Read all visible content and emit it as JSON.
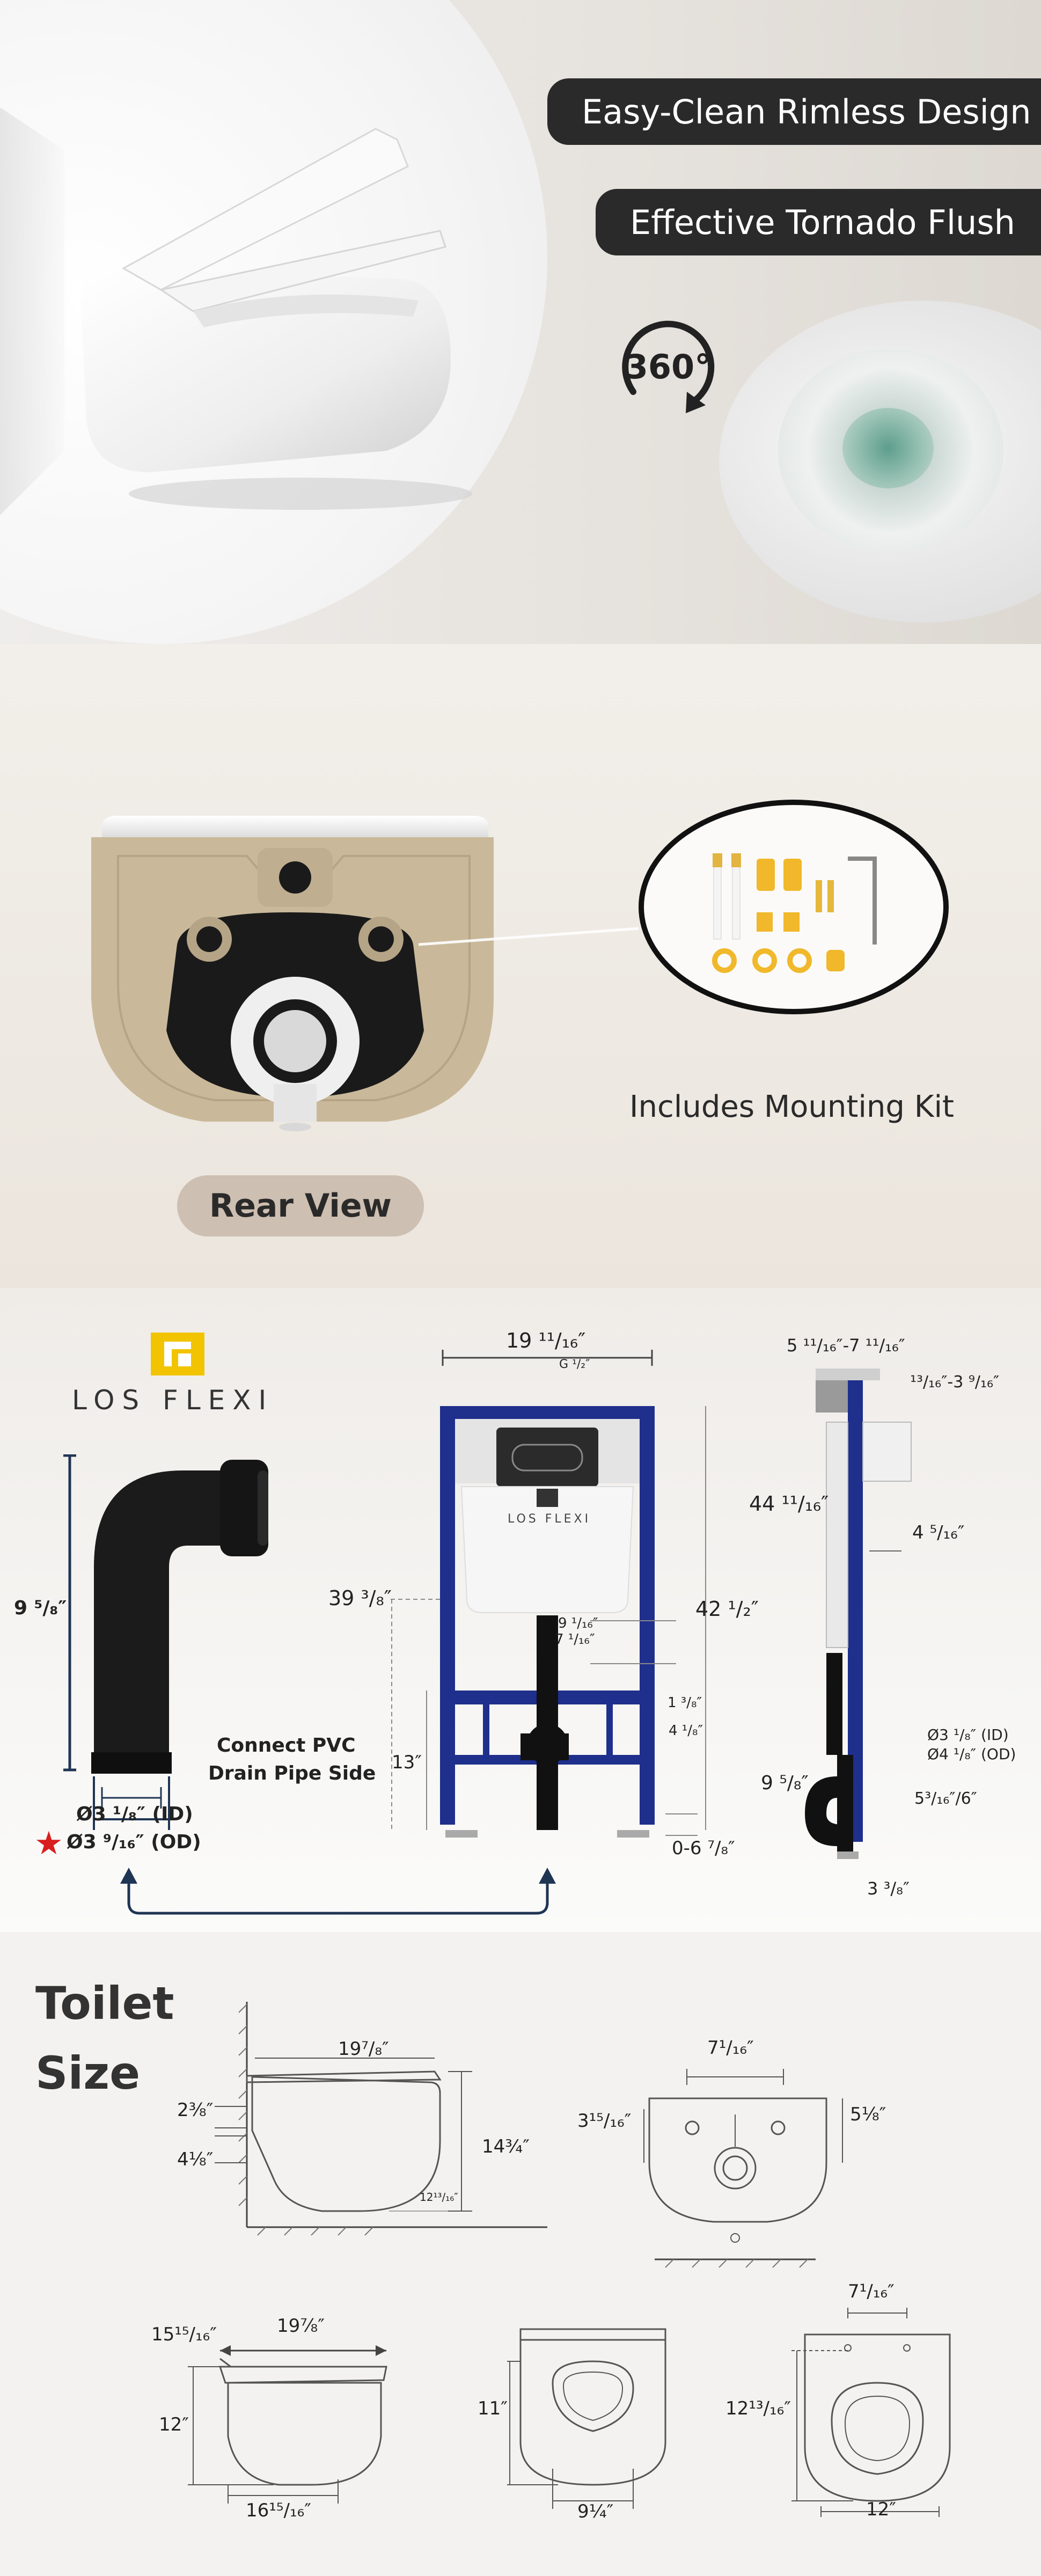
{
  "hero": {
    "feature_1": "Easy-Clean Rimless Design",
    "feature_2": "Effective Tornado Flush",
    "badge_360": "360°"
  },
  "rear": {
    "kit_caption": "Includes Mounting Kit",
    "rear_view_label": "Rear View"
  },
  "install": {
    "brand_name": "LOS FLEXI",
    "frame_brand": "LOS FLEXI",
    "pipe_height": "9 ⁵/₈″",
    "pipe_id": "Ø3 ¹/₈″ (ID)",
    "pipe_od": "Ø3 ⁹/₁₆″ (OD)",
    "connect_label_1": "Connect PVC",
    "connect_label_2": "Drain Pipe Side",
    "frame_width": "19 ¹¹/₁₆″",
    "inlet_label": "G ¹/₂″",
    "height_left": "39 ³/₈″",
    "height_right": "42 ¹/₂″",
    "dim_9_1_16": "9 ¹/₁₆″",
    "dim_7_1_16": "7 ¹/₁₆″",
    "dim_1_3_8": "1 ³/₈″",
    "dim_4_1_8": "4 ¹/₈″",
    "dim_13": "13″",
    "dim_adjust": "0-6 ⁷/₈″",
    "side_top": "5 ¹¹/₁₆″-7 ¹¹/₁₆″",
    "side_depth": "¹³/₁₆″-3 ⁹/₁₆″",
    "side_height": "44 ¹¹/₁₆″",
    "side_4_5_16": "4 ⁵/₁₆″",
    "side_id": "Ø3 ¹/₈″ (ID)",
    "side_od": "Ø4 ¹/₈″ (OD)",
    "side_9_5_8": "9 ⁵/₈″",
    "side_5_3_16": "5³/₁₆″/6″",
    "side_3_3_8": "3 ³/₈″"
  },
  "size": {
    "title_1": "Toilet",
    "title_2": "Size",
    "a_length": "19⁷/₈″",
    "a_2_3_8": "2⅜″",
    "a_4_1_8": "4⅛″",
    "a_14_3_4": "14¾″",
    "a_12_13_16": "12¹³/₁₆″",
    "b_7_1_16": "7¹/₁₆″",
    "b_3_15_16": "3¹⁵/₁₆″",
    "b_5_1_8": "5⅛″",
    "c_15_15_16": "15¹⁵/₁₆″",
    "c_19_7_8": "19⅞″",
    "c_12": "12″",
    "c_16_15_16": "16¹⁵/₁₆″",
    "d_11": "11″",
    "d_9_1_4": "9¼″",
    "e_7_1_16": "7¹/₁₆″",
    "e_12_13_16": "12¹³/₁₆″",
    "e_12": "12″"
  },
  "colors": {
    "pill_bg": "#2a2a2a",
    "frame_blue": "#1f2f8c",
    "ceramic_beige": "#c9b99a",
    "rear_pill": "#cdbfb1",
    "arrow_navy": "#1f3554",
    "star_red": "#d81e1e",
    "brand_gold": "#f2c400"
  }
}
